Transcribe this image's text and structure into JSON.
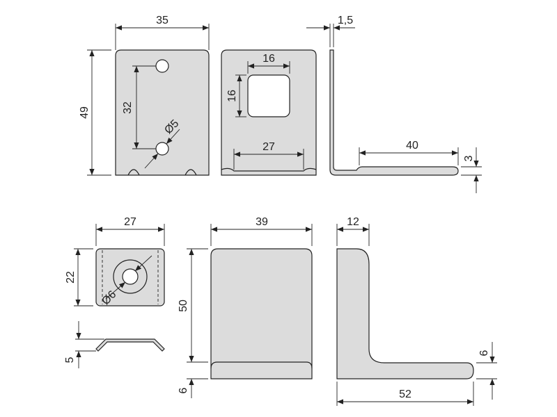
{
  "dimensions": {
    "top_front_width": "35",
    "top_front_height": "49",
    "top_front_hole_spacing": "32",
    "top_front_hole_dia": "Ø5",
    "top_back_window_width": "16",
    "top_back_window_height": "16",
    "top_back_bottom_width": "27",
    "side_thickness": "1,5",
    "side_leg_length": "40",
    "side_leg_height": "3",
    "plate_width": "27",
    "plate_height": "22",
    "plate_hole_dia": "Ø6",
    "plate_profile_height": "5",
    "block_width": "39",
    "block_height": "50",
    "block_base": "6",
    "lprofile_top_width": "12",
    "lprofile_base_height": "6",
    "lprofile_length": "52"
  }
}
